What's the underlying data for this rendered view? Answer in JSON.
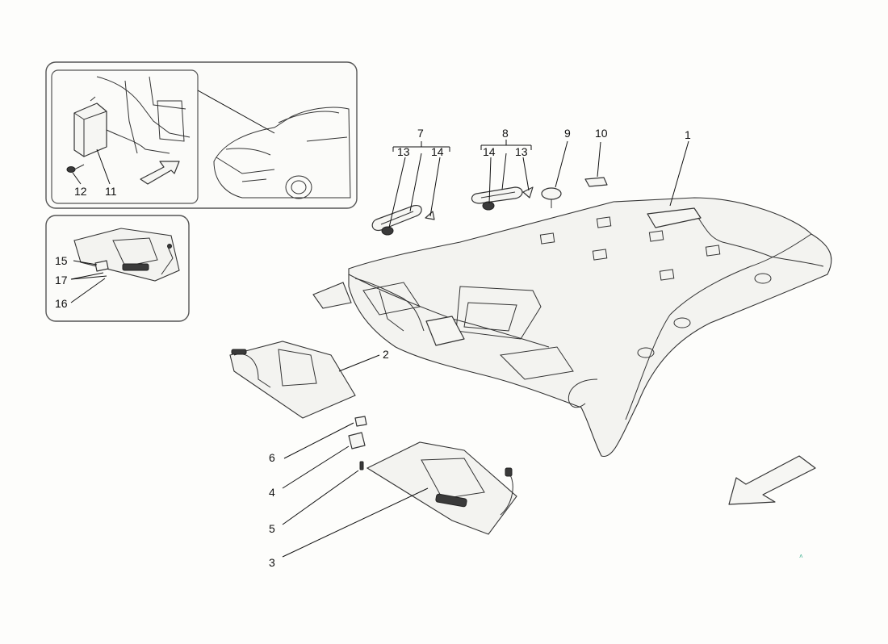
{
  "callouts": {
    "c1": "1",
    "c2": "2",
    "c3": "3",
    "c4": "4",
    "c5": "5",
    "c6": "6",
    "c7": "7",
    "c8": "8",
    "c9": "9",
    "c10": "10",
    "c11": "11",
    "c12": "12",
    "c13a": "13",
    "c14a": "14",
    "c14b": "14",
    "c13b": "13",
    "c15": "15",
    "c16": "16",
    "c17": "17"
  }
}
